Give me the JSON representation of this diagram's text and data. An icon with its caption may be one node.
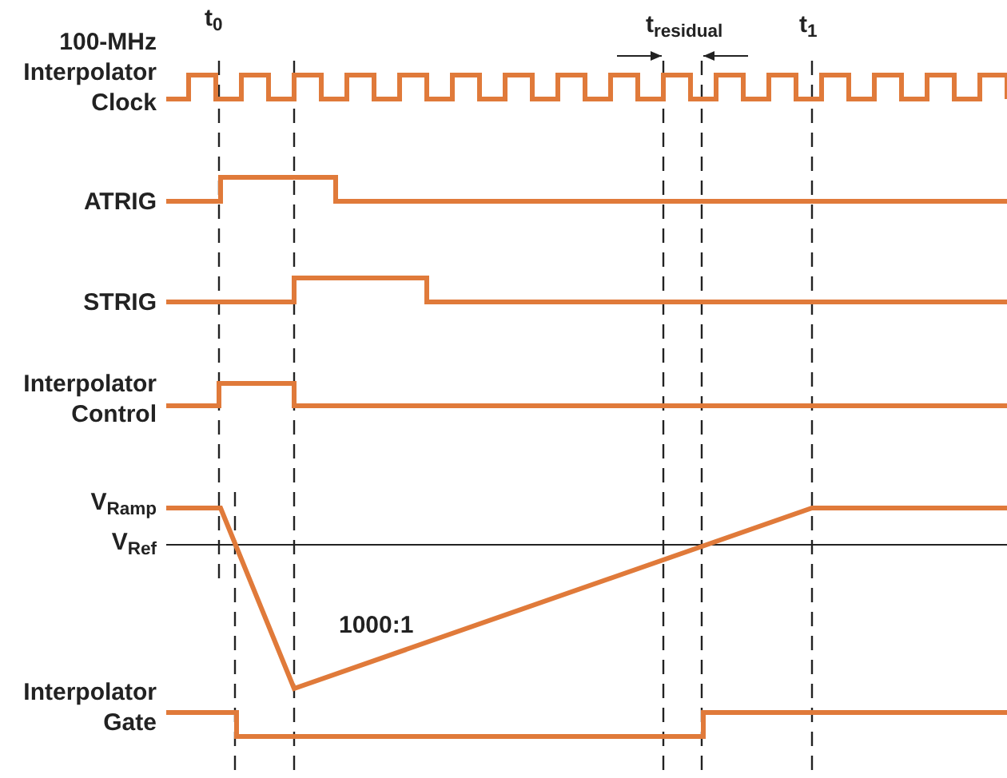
{
  "diagram": {
    "labels": [
      "t$_{0}$",
      "t$_{residual}$",
      "t$_{1}$",
      "100-MHz Interpolator Clock",
      "ATRIG",
      "STRIG",
      "Interpolator Control",
      "V$_{Ramp}$",
      "V$_{Ref}$",
      "1000:1",
      "Interpolator Gate"
    ]
  }
}
